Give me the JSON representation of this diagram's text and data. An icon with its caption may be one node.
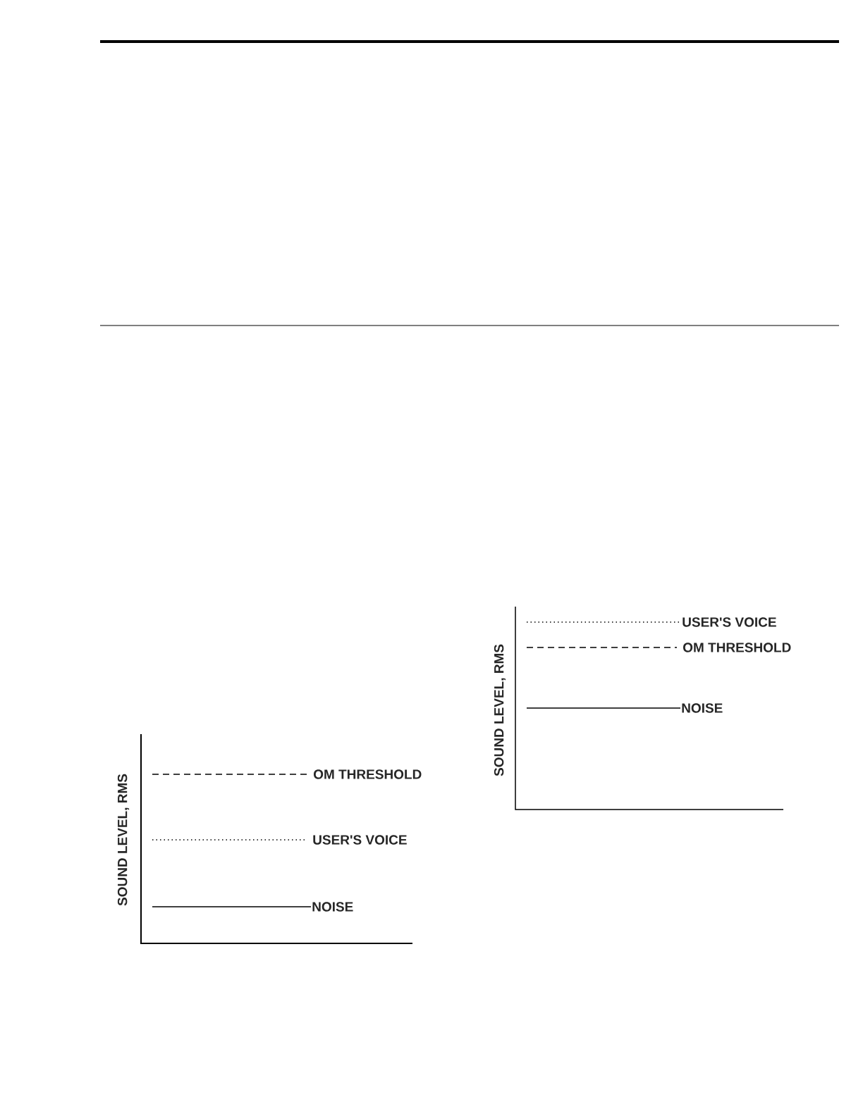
{
  "diagram": {
    "labels": [
      "SOUND LEVEL, RMS",
      "OM THRESHOLD",
      "USER'S VOICE",
      "NOISE",
      "USER'S VOICE",
      "OM THRESHOLD",
      "NOISE",
      "SOUND LEVEL, RMS"
    ]
  }
}
